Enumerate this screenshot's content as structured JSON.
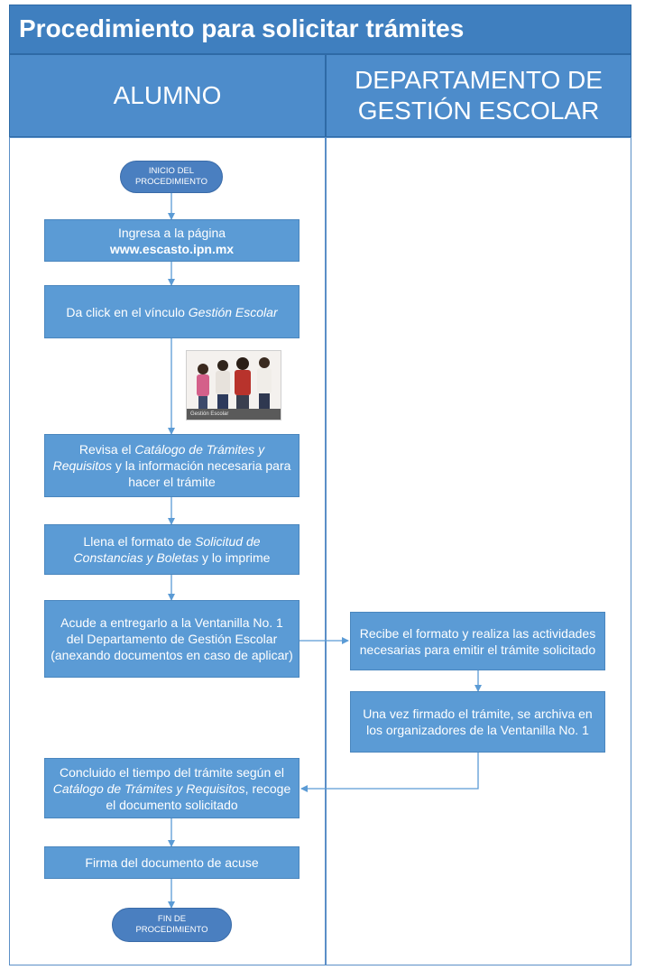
{
  "title": "Procedimiento para solicitar trámites",
  "lanes": {
    "alumno": "ALUMNO",
    "departamento": "DEPARTAMENTO DE GESTIÓN ESCOLAR"
  },
  "start": {
    "line1": "INICIO DEL",
    "line2": "PROCEDIMIENTO"
  },
  "end": {
    "line1": "FIN DE",
    "line2": "PROCEDIMIENTO"
  },
  "steps": {
    "s1": {
      "text": "Ingresa a la página",
      "bold": "www.escasto.ipn.mx"
    },
    "s2": {
      "text": "Da click en el vínculo ",
      "italic": "Gestión Escolar"
    },
    "s3": {
      "a": "Revisa el ",
      "i1": "Catálogo de Trámites y Requisitos",
      "b": " y la información necesaria para hacer el trámite"
    },
    "s4": {
      "a": "Llena el formato de ",
      "i1": "Solicitud de Constancias y Boletas",
      "b": " y lo imprime"
    },
    "s5": {
      "text": "Acude a entregarlo a la Ventanilla No. 1 del Departamento de Gestión Escolar (anexando documentos en caso de aplicar)"
    },
    "s6": {
      "text": "Recibe el formato y realiza las actividades necesarias para emitir el trámite solicitado"
    },
    "s7": {
      "text": "Una vez firmado el trámite, se archiva en los organizadores de la Ventanilla No. 1"
    },
    "s8": {
      "a": "Concluido el tiempo del trámite según el ",
      "i1": "Catálogo de Trámites y Requisitos",
      "b": ", recoge el documento solicitado"
    },
    "s9": {
      "text": "Firma del documento de acuse"
    }
  },
  "image": {
    "caption": "Gestión Escolar"
  },
  "colors": {
    "title_bg": "#3f7fbf",
    "lane_header_bg": "#4d8ccb",
    "process_box": "#5b9bd5",
    "terminator": "#4a7fc0",
    "connector": "#5b9bd5"
  }
}
